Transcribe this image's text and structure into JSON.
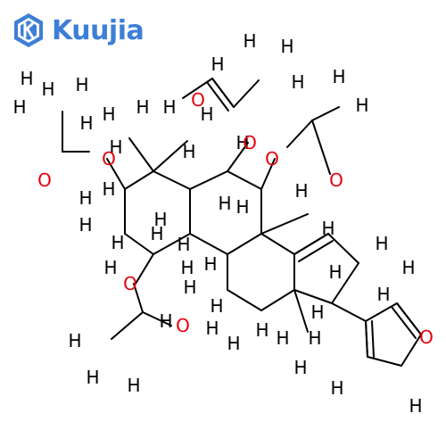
{
  "brand": {
    "name": "Kuujia",
    "color": "#3d7fd6"
  },
  "molecule": {
    "bond_color": "#000000",
    "oxygen_color": "#e8000b",
    "hydrogen_color": "#000000",
    "labels": [
      "H",
      "O"
    ]
  }
}
